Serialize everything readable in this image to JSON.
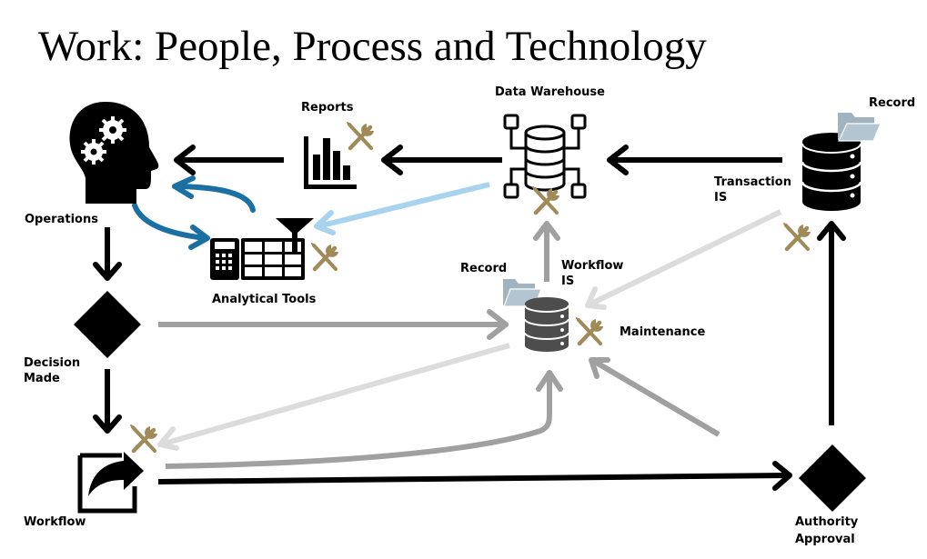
{
  "title": "Work: People, Process and Technology",
  "nodes": {
    "operations": {
      "label": "Operations",
      "icon": "head-gears-icon"
    },
    "reports": {
      "label": "Reports",
      "icon": "bar-chart-icon"
    },
    "data_warehouse": {
      "label": "Data Warehouse",
      "icon": "database-network-icon"
    },
    "transaction_is": {
      "label_line1": "Transaction",
      "label_line2": "IS",
      "icon": "database-icon"
    },
    "transaction_record": {
      "label": "Record",
      "icon": "folder-icon"
    },
    "analytical_tools": {
      "label": "Analytical Tools",
      "icon": "calculator-spreadsheet-filter-icon"
    },
    "workflow_is": {
      "label_line1": "Workflow",
      "label_line2": "IS",
      "icon": "database-icon"
    },
    "workflow_record": {
      "label": "Record",
      "icon": "folder-icon"
    },
    "maintenance": {
      "label": "Maintenance",
      "icon": "wrench-screwdriver-icon"
    },
    "decision": {
      "label_line1": "Decision",
      "label_line2": "Made",
      "icon": "diamond-icon"
    },
    "workflow": {
      "label": "Workflow",
      "icon": "share-arrow-icon"
    },
    "authority": {
      "label_line1": "Authority",
      "label_line2": "Approval",
      "icon": "diamond-icon"
    }
  },
  "colors": {
    "black": "#000000",
    "blue_dark": "#1a6fa3",
    "blue_light": "#a7d3ee",
    "gray_mid": "#a0a0a0",
    "gray_light": "#dcdcdc",
    "tool_gold": "#a08a58",
    "folder": "#9fb3c0",
    "db_gray": "#4d4d4d"
  }
}
